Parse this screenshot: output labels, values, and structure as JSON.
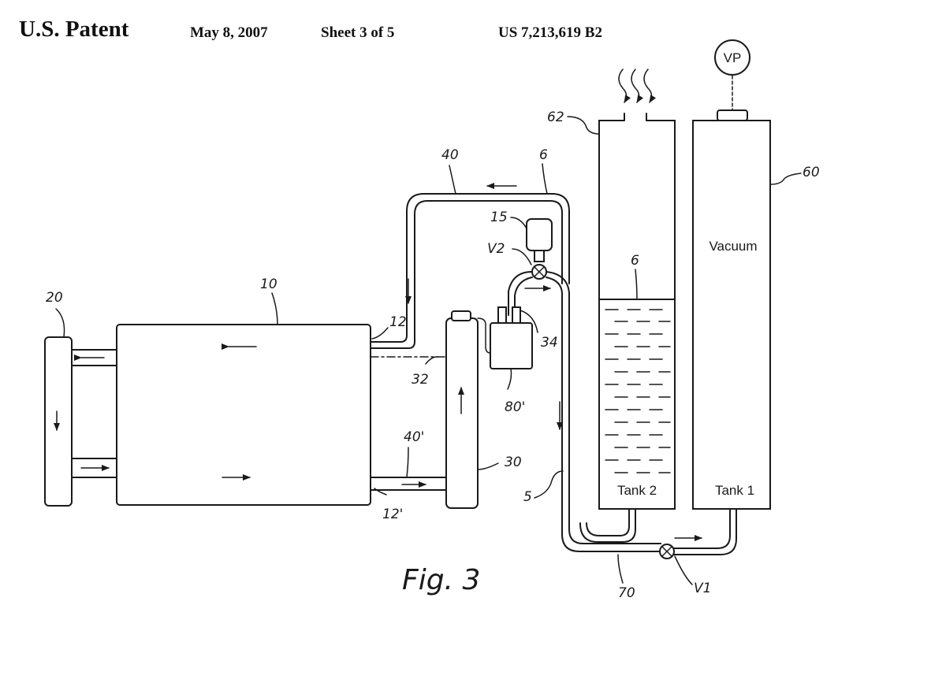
{
  "header": {
    "title": "U.S. Patent",
    "date": "May 8, 2007",
    "sheet": "Sheet 3 of 5",
    "patent_number": "US 7,213,619 B2"
  },
  "figure": {
    "caption": "Fig. 3",
    "labels": {
      "vacuum_pump": "VP",
      "vacuum": "Vacuum",
      "tank1": "Tank 1",
      "tank2": "Tank 2"
    },
    "refs": {
      "r10": "10",
      "r20": "20",
      "r12": "12",
      "r12p": "12'",
      "r32": "32",
      "r40a": "40",
      "r40p": "40'",
      "r6a": "6",
      "r6b": "6",
      "r15": "15",
      "rV2": "V2",
      "r34": "34",
      "r80p": "80'",
      "r30": "30",
      "r5": "5",
      "r62": "62",
      "r60": "60",
      "r70": "70",
      "rV1": "V1"
    }
  }
}
